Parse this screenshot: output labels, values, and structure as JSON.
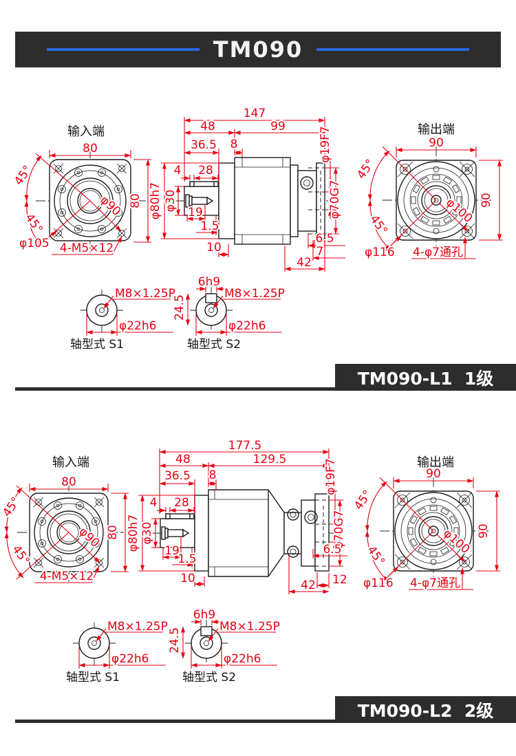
{
  "header": {
    "title": "TM090"
  },
  "colors": {
    "banner_bg": "#2d2d2d",
    "accent_blue": "#2966e3",
    "dim_red": "#e60012",
    "line_black": "#1c1c1c"
  },
  "sections": [
    {
      "badge": "TM090-L1  1级",
      "input": {
        "title": "输入端",
        "w": "80",
        "h": "80",
        "a1": "45°",
        "a2": "45°",
        "bc": "φ90",
        "flange": "φ105",
        "tap": "4-M5×12"
      },
      "side": {
        "total": "147",
        "front": "48",
        "rear": "99",
        "a36": "36.5",
        "a8": "8",
        "a4": "4",
        "a28": "28",
        "pilot": "φ80h7",
        "shaft": "φ30",
        "a19": "19",
        "a15": "1.5",
        "a10": "10",
        "out_shaft": "φ19F7",
        "out_pilot": "φ70G7",
        "a65": "6.5",
        "ax": "7",
        "a42": "42"
      },
      "output": {
        "title": "输出端",
        "w": "90",
        "h": "90",
        "a1": "45°",
        "a2": "45°",
        "bc": "φ100",
        "flange": "φ116",
        "holes": "4-φ7通孔"
      },
      "s1": {
        "thread": "M8×1.25P",
        "dia": "φ22h6",
        "caption": "轴型式 S1"
      },
      "s2": {
        "key": "6h9",
        "depth": "24.5",
        "thread": "M8×1.25P",
        "dia": "φ22h6",
        "caption": "轴型式 S2"
      }
    },
    {
      "badge": "TM090-L2  2级",
      "input": {
        "title": "输入端",
        "w": "80",
        "h": "80",
        "a1": "45°",
        "a2": "45°",
        "bc": "φ90",
        "tap": "4-M5×12"
      },
      "side": {
        "total": "177.5",
        "front": "48",
        "rear": "129.5",
        "a36": "36.5",
        "a8": "8",
        "a4": "4",
        "a28": "28",
        "pilot": "φ80h7",
        "shaft": "φ30",
        "a19": "19",
        "a15": "1.5",
        "a10": "10",
        "out_shaft": "φ19F7",
        "out_pilot": "φ70G7",
        "a65": "6.5",
        "ax": "12",
        "a42": "42"
      },
      "output": {
        "title": "输出端",
        "w": "90",
        "h": "90",
        "a1": "45°",
        "a2": "45°",
        "bc": "φ100",
        "flange": "φ116",
        "holes": "4-φ7通孔"
      },
      "s1": {
        "thread": "M8×1.25P",
        "dia": "φ22h6",
        "caption": "轴型式 S1"
      },
      "s2": {
        "key": "6h9",
        "depth": "24.5",
        "thread": "M8×1.25P",
        "dia": "φ22h6",
        "caption": "轴型式 S2"
      }
    }
  ]
}
